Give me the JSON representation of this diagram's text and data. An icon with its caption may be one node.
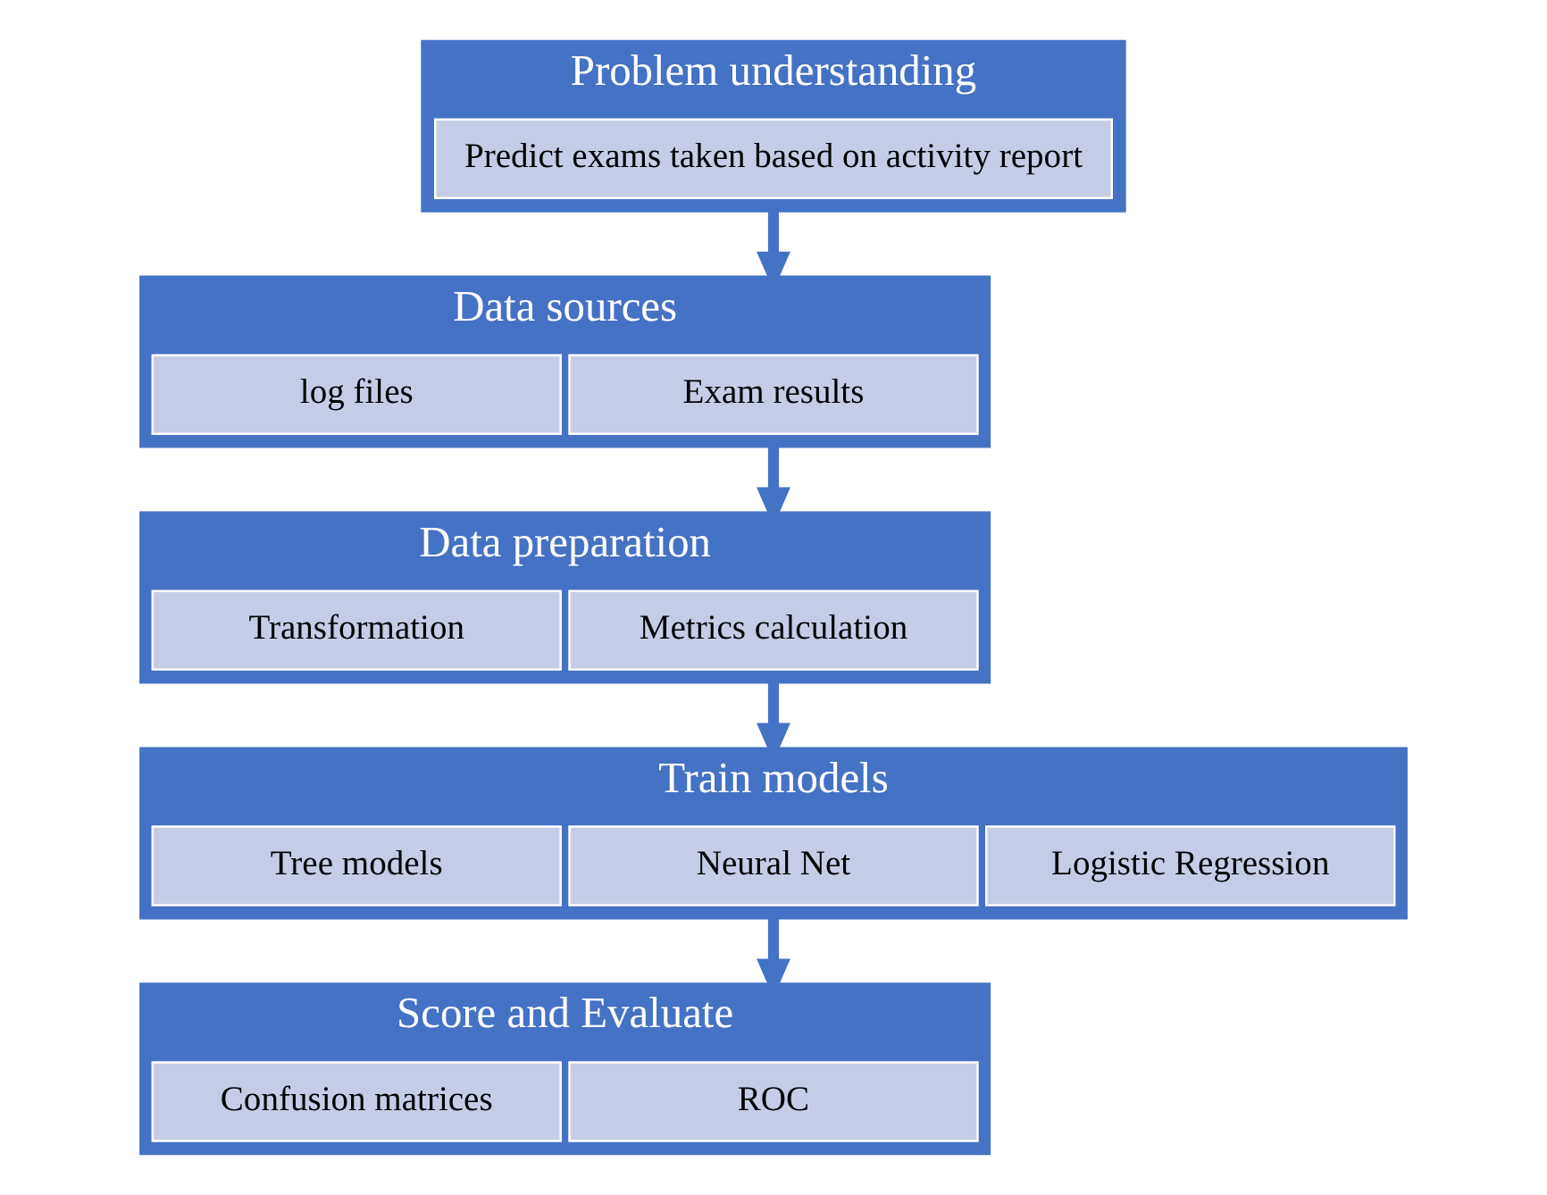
{
  "diagram": {
    "nodes": [
      {
        "text": [
          "Problem understanding"
        ]
      },
      {
        "text": [
          "Predict exams taken based on activity report"
        ],
        "in": 0
      },
      {
        "text": [
          "Data sources"
        ]
      },
      {
        "text": [
          "log files"
        ],
        "in": 2
      },
      {
        "text": [
          "Exam results"
        ],
        "in": 2
      },
      {
        "text": [
          "Data preparation"
        ]
      },
      {
        "text": [
          "Transformation"
        ],
        "in": 5
      },
      {
        "text": [
          "Metrics calculation"
        ],
        "in": 5
      },
      {
        "text": [
          "Train models"
        ]
      },
      {
        "text": [
          "Tree models"
        ],
        "in": 8
      },
      {
        "text": [
          "Neural Net"
        ],
        "in": 8
      },
      {
        "text": [
          "Logistic Regression"
        ],
        "in": 8
      },
      {
        "text": [
          "Score and Evaluate"
        ]
      },
      {
        "text": [
          "Confusion matrices"
        ],
        "in": 12
      },
      {
        "text": [
          "ROC"
        ],
        "in": 12
      }
    ],
    "edges": [
      {
        "from": 0,
        "to": 2,
        "arrow": "to"
      },
      {
        "from": 2,
        "to": 5,
        "arrow": "to"
      },
      {
        "from": 5,
        "to": 8,
        "arrow": "to"
      },
      {
        "from": 8,
        "to": 12,
        "arrow": "to"
      }
    ]
  }
}
